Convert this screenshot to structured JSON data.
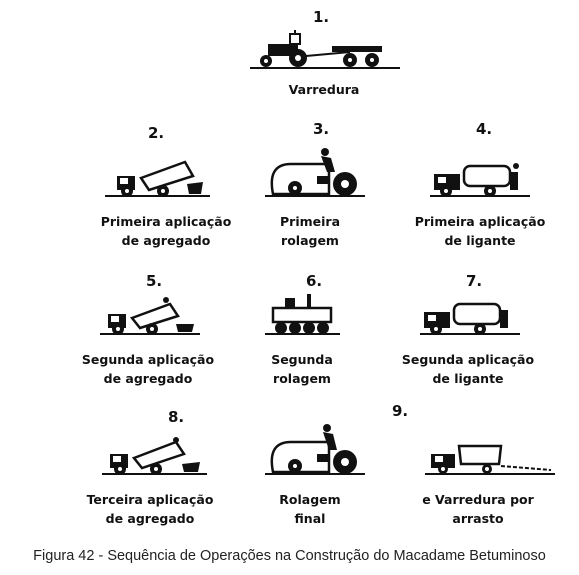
{
  "steps": [
    {
      "number": "1.",
      "lines": [
        "Varredura"
      ],
      "icon": "tractor-with-broom-icon"
    },
    {
      "number": "2.",
      "lines": [
        "Primeira aplicação",
        "de agregado"
      ],
      "icon": "dump-truck-spreading-icon"
    },
    {
      "number": "3.",
      "lines": [
        "Primeira",
        "rolagem"
      ],
      "icon": "tandem-roller-icon"
    },
    {
      "number": "4.",
      "lines": [
        "Primeira aplicação",
        "de ligante"
      ],
      "icon": "distributor-truck-icon"
    },
    {
      "number": "5.",
      "lines": [
        "Segunda aplicação",
        "de agregado"
      ],
      "icon": "dump-truck-spreading-icon"
    },
    {
      "number": "6.",
      "lines": [
        "Segunda",
        "rolagem"
      ],
      "icon": "pneumatic-roller-icon"
    },
    {
      "number": "7.",
      "lines": [
        "Segunda aplicação",
        "de ligante"
      ],
      "icon": "distributor-truck-icon"
    },
    {
      "number": "8.",
      "lines": [
        "Terceira aplicação",
        "de agregado"
      ],
      "icon": "dump-truck-spreading-icon"
    },
    {
      "number": "",
      "lines": [
        "Rolagem",
        "final"
      ],
      "icon": "tandem-roller-icon"
    },
    {
      "number": "9.",
      "lines": [
        "e Varredura por",
        "arrasto"
      ],
      "icon": "truck-drag-broom-icon"
    }
  ],
  "caption": "Figura 42 - Sequência de Operações na Construção do Macadame Betuminoso",
  "colors": {
    "ink": "#111111",
    "background": "#ffffff",
    "caption": "#222222"
  }
}
